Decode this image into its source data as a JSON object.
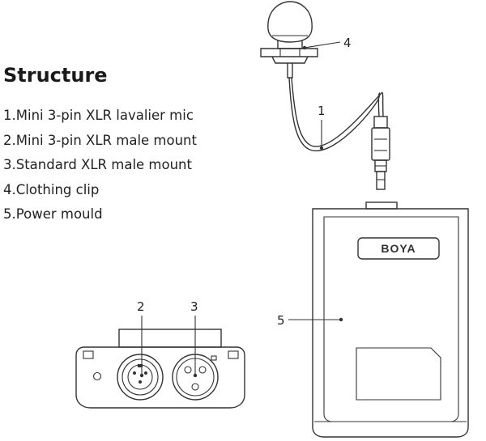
{
  "heading": "Structure",
  "parts": [
    {
      "number": "1",
      "label": "1.Mini 3-pin XLR lavalier mic"
    },
    {
      "number": "2",
      "label": "2.Mini 3-pin XLR male mount"
    },
    {
      "number": "3",
      "label": "3.Standard XLR male mount"
    },
    {
      "number": "4",
      "label": "4.Clothing clip"
    },
    {
      "number": "5",
      "label": "5.Power mould"
    }
  ],
  "brand": "BOYA",
  "colors": {
    "ink": "#333333",
    "background": "#ffffff"
  }
}
